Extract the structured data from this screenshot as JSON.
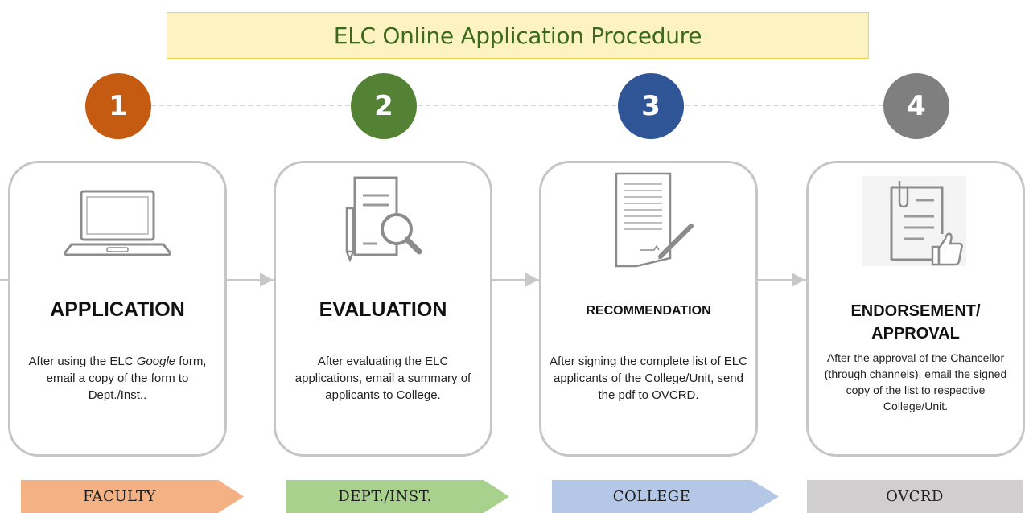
{
  "title": "ELC Online Application Procedure",
  "steps": [
    {
      "number": "1",
      "color": "#c55a11",
      "heading": "APPLICATION",
      "description_pre": "After using the ELC ",
      "description_em": "Google",
      "description_post": " form, email a copy of the form to Dept./Inst..",
      "role": "FACULTY",
      "role_color": "#f4b183",
      "icon": "laptop-icon"
    },
    {
      "number": "2",
      "color": "#548235",
      "heading": "EVALUATION",
      "description": "After evaluating the ELC applications, email a summary of applicants to College.",
      "role": "DEPT./INST.",
      "role_color": "#a9d18e",
      "icon": "document-search-icon"
    },
    {
      "number": "3",
      "color": "#2f5597",
      "heading": "RECOMMENDATION",
      "description": "After signing the complete list of ELC applicants of the College/Unit, send the pdf to OVCRD.",
      "role": "COLLEGE",
      "role_color": "#b4c7e7",
      "icon": "document-sign-icon"
    },
    {
      "number": "4",
      "color": "#7f7f7f",
      "heading_line1": "ENDORSEMENT/",
      "heading_line2": "APPROVAL",
      "description": "After the approval of the Chancellor (through channels), email the signed copy of the list to respective College/Unit.",
      "role": "OVCRD",
      "role_color": "#d0cece",
      "icon": "clipboard-thumbs-up-icon"
    }
  ]
}
